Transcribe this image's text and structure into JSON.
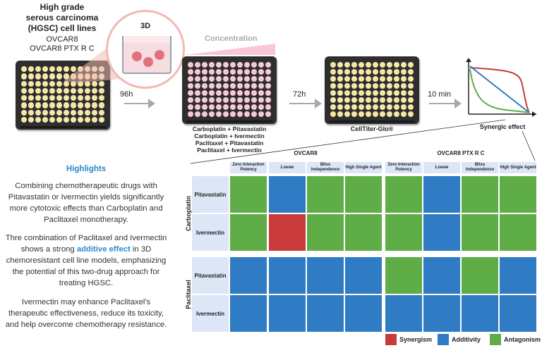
{
  "cell_lines": {
    "title_line1": "High grade",
    "title_line2": "serous  carcinoma",
    "title_line3": "(HGSC) cell lines",
    "line_a": "OVCAR8",
    "line_b": "OVCAR8 PTX R C"
  },
  "culture": {
    "label": "3D"
  },
  "steps": {
    "time_1": "96h",
    "concentration": "Concentration",
    "time_2": "72h",
    "time_3": "10 min",
    "assay": "CellTiter-Glo®",
    "synergic": "Synergic effect"
  },
  "combinations": [
    "Carboplatin + Pitavastatin",
    "Carboplatin + Ivermectin",
    "Paclitaxel + Pitavastatin",
    "Paclitaxel + Ivermectin"
  ],
  "highlights": {
    "title": "Highlights",
    "p1": "Combining chemotherapeutic drugs with Pitavastatin or Ivermectin yields significantly more cytotoxic effects than Carboplatin and Paclitaxel monotherapy.",
    "p2_before": "Thre combination of Paclitaxel and Ivermectin shows a strong ",
    "p2_emph": "additive effect",
    "p2_after": " in 3D chemoresistant cell line models, emphasizing the potential of this two-drug approach for treating HGSC.",
    "p3": "Ivermectin may enhance Paclitaxel's therapeutic effectiveness, reduce its toxicity, and help overcome chemotherapy resistance."
  },
  "matrix": {
    "panels": [
      "OVCAR8",
      "OVCAR8 PTX R C"
    ],
    "models": [
      "Zero Interaction Potency",
      "Loewe",
      "Bliss Independence",
      "High Single Agent"
    ],
    "groups": [
      "Carboplatin",
      "Paclitaxel"
    ],
    "rows": [
      "Pitavastatin",
      "Ivermectin",
      "Pitavastatin",
      "Ivermectin"
    ],
    "values": [
      [
        "Antagonism",
        "Additivity",
        "Antagonism",
        "Antagonism",
        "Antagonism",
        "Additivity",
        "Antagonism",
        "Antagonism"
      ],
      [
        "Antagonism",
        "Synergism",
        "Antagonism",
        "Antagonism",
        "Antagonism",
        "Additivity",
        "Antagonism",
        "Antagonism"
      ],
      [
        "Additivity",
        "Additivity",
        "Additivity",
        "Additivity",
        "Antagonism",
        "Additivity",
        "Antagonism",
        "Additivity"
      ],
      [
        "Additivity",
        "Additivity",
        "Additivity",
        "Additivity",
        "Additivity",
        "Additivity",
        "Additivity",
        "Additivity"
      ]
    ]
  },
  "legend": [
    {
      "label": "Synergism",
      "color": "#c93a3a"
    },
    {
      "label": "Additivity",
      "color": "#2f7bc4"
    },
    {
      "label": "Antagonism",
      "color": "#5fad46"
    }
  ],
  "colors": {
    "Synergism": "#c93a3a",
    "Additivity": "#2f7bc4",
    "Antagonism": "#5fad46",
    "accent": "#2a8ac8",
    "well_cream": "#f6e7a8",
    "well_pink": "#f7c9d6"
  }
}
